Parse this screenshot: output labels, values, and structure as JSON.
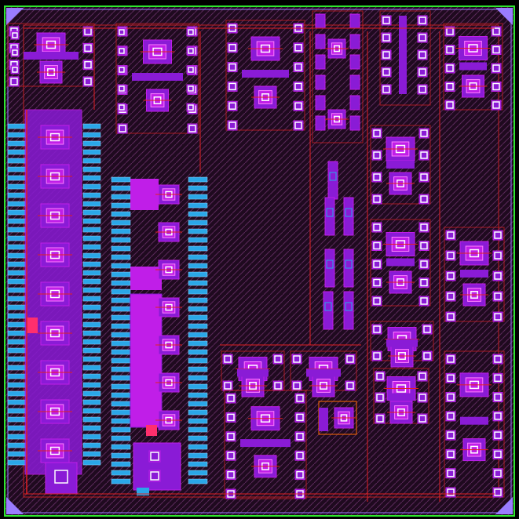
{
  "view": {
    "kind": "IC layout viewer",
    "palette": {
      "background": "#1f0a1f",
      "hatch": "#5b2a5b",
      "die_outline": "#2ee82e",
      "seal_ring": "#9a7cff",
      "metal1": "#8a1bd6",
      "metal2": "#c01ee8",
      "poly": "#e02020",
      "diffusion": "#2aa7e8",
      "contact": "#ffffff",
      "via": "#ff6a00"
    },
    "layers": [
      {
        "name": "die",
        "visible": true
      },
      {
        "name": "metal1",
        "visible": true
      },
      {
        "name": "metal2",
        "visible": true
      },
      {
        "name": "poly",
        "visible": true
      },
      {
        "name": "diffusion",
        "visible": true
      },
      {
        "name": "contacts",
        "visible": true
      }
    ]
  }
}
